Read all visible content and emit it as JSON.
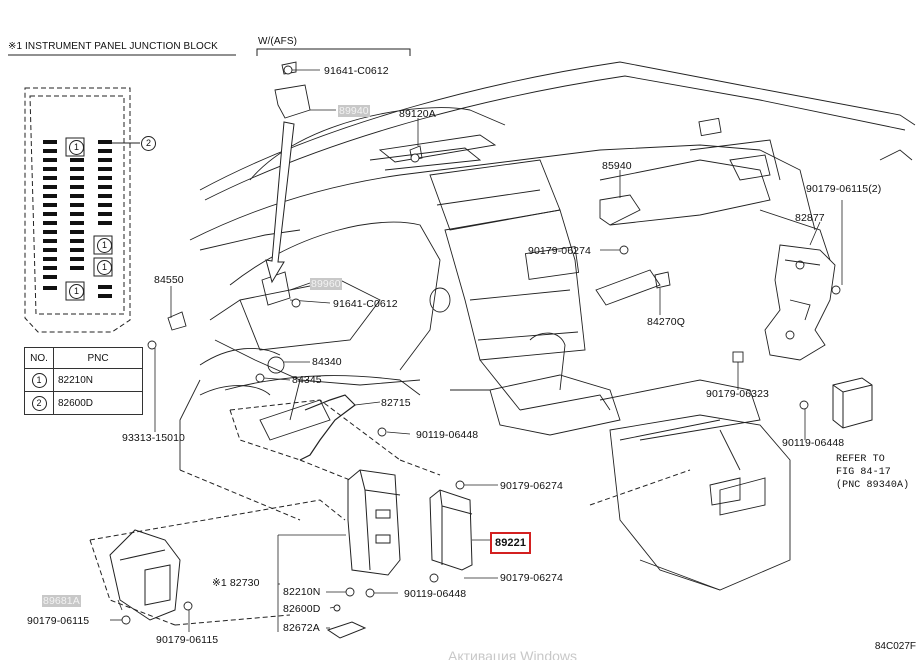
{
  "junction_block": {
    "title": "※1 INSTRUMENT PANEL JUNCTION BLOCK",
    "callout_2": "2",
    "fuse_callout_1": "1"
  },
  "table": {
    "headers": [
      "NO.",
      "PNC"
    ],
    "rows": [
      {
        "no": "1",
        "pnc": "82210N"
      },
      {
        "no": "2",
        "pnc": "82600D"
      }
    ]
  },
  "variant_label": "W/(AFS)",
  "parts": {
    "p91641_top": "91641-C0612",
    "p89940": "89940",
    "p89120A": "89120A",
    "p85940": "85940",
    "p90179_06115_2": "90179-06115(2)",
    "p82877": "82877",
    "p90179_06274_a": "90179-06274",
    "p84550": "84550",
    "p89960": "89960",
    "p91641_mid": "91641-C0612",
    "p84270Q": "84270Q",
    "p84340": "84340",
    "p84345": "84345",
    "p90179_06323": "90179-06323",
    "p82715": "82715",
    "p93313": "93313-15010",
    "p90119_06448_a": "90119-06448",
    "p90119_06448_b": "90119-06448",
    "refer_1": "REFER TO",
    "refer_2": "FIG 84-17",
    "refer_3": "(PNC 89340A)",
    "p90179_06274_b": "90179-06274",
    "p89221": "89221",
    "p90179_06274_c": "90179-06274",
    "p82730": "※1 82730",
    "p82210N": "82210N",
    "p82600D": "82600D",
    "p82672A": "82672A",
    "p90119_06448_c": "90119-06448",
    "p89681A": "89681A",
    "p90179_06115_a": "90179-06115",
    "p90179_06115_b": "90179-06115"
  },
  "figure_code": "84C027F",
  "watermark": "Активация Windows"
}
